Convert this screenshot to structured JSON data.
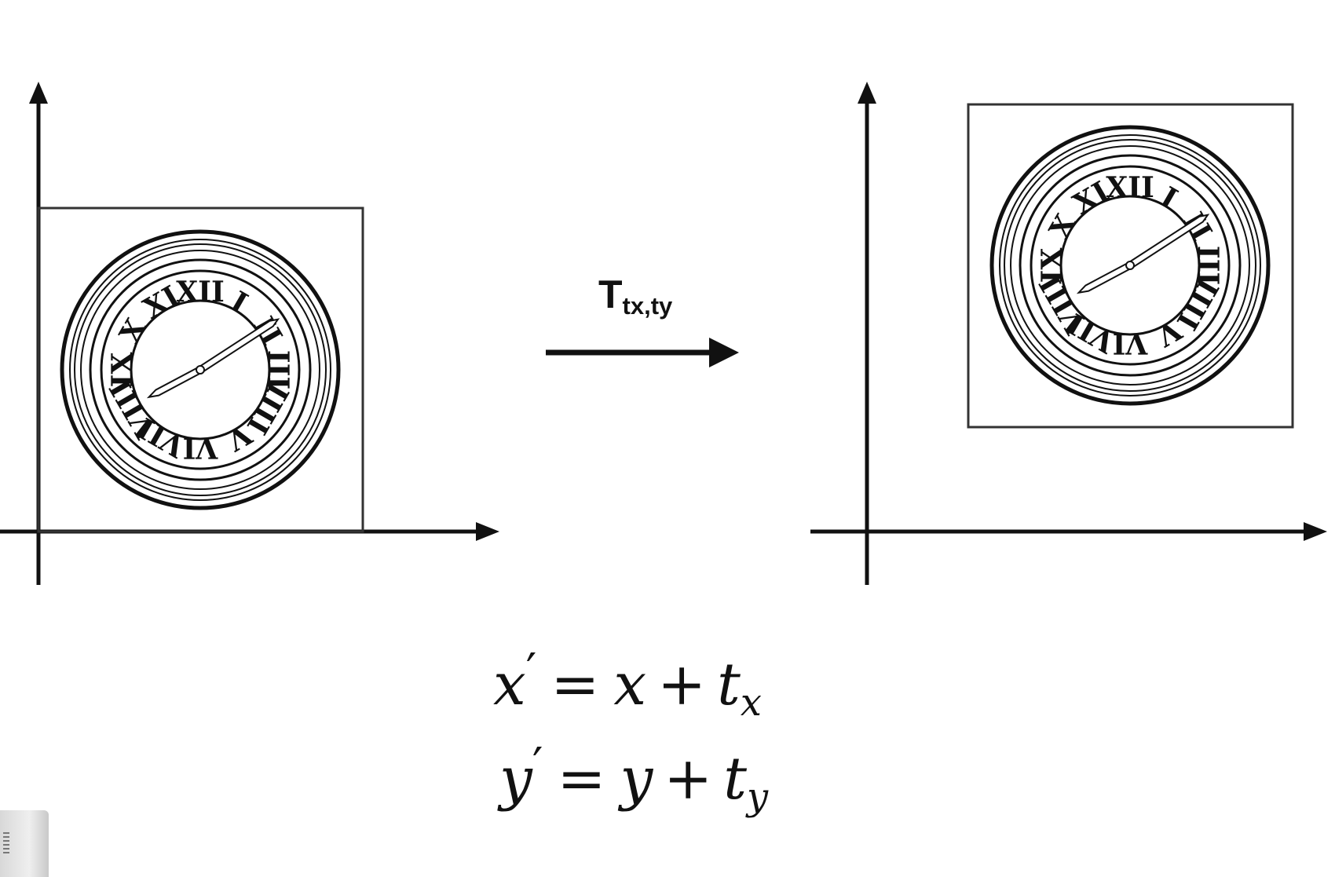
{
  "transform": {
    "symbol": "T",
    "subscript": "tx,ty"
  },
  "equations": [
    {
      "lhs": "x",
      "prime": "′",
      "eq": "=",
      "var": "x",
      "plus": "+",
      "t": "t",
      "sub": "x"
    },
    {
      "lhs": "y",
      "prime": "′",
      "eq": "=",
      "var": "y",
      "plus": "+",
      "t": "t",
      "sub": "y"
    }
  ],
  "clock": {
    "numerals": [
      "XII",
      "I",
      "II",
      "III",
      "IIII",
      "V",
      "VI",
      "VII",
      "VIII",
      "IX",
      "X",
      "XI"
    ]
  },
  "colors": {
    "ink": "#111111",
    "frame": "#333333"
  }
}
